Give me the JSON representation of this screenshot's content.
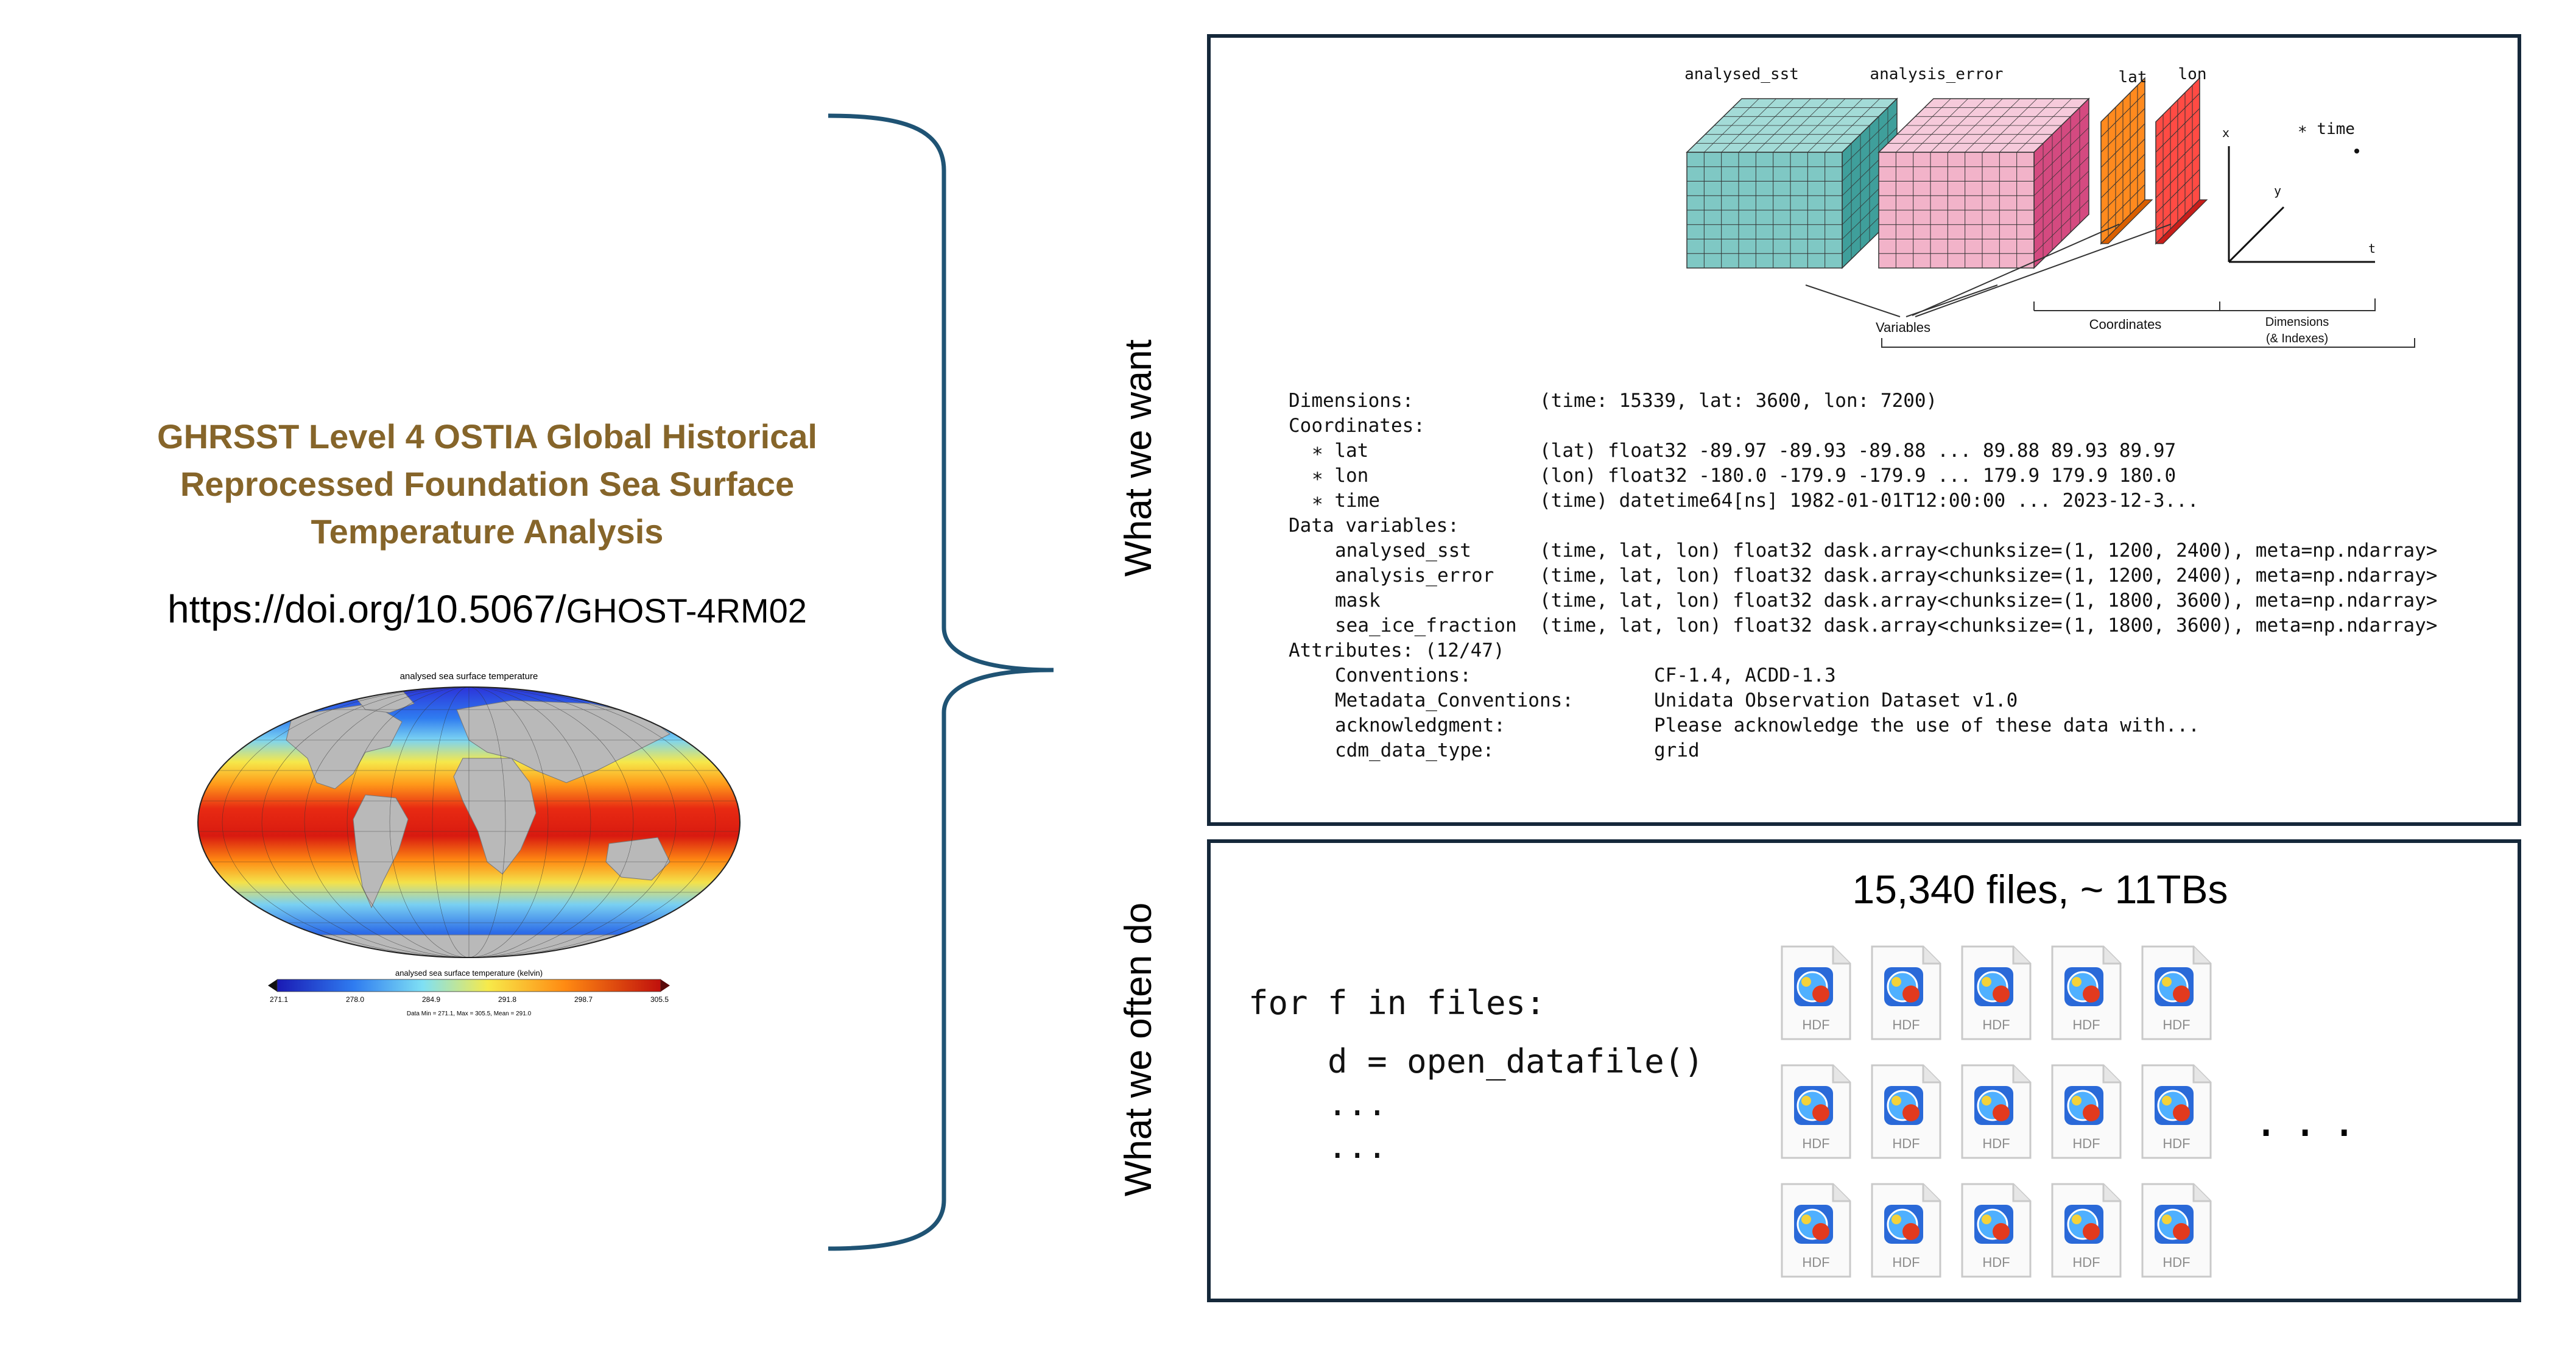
{
  "dataset": {
    "title_lines": [
      "GHRSST Level 4 OSTIA Global Historical",
      "Reprocessed Foundation Sea Surface",
      "Temperature Analysis"
    ],
    "doi_prefix": "https://doi.org/10.5067/",
    "doi_suffix": "GHOST-4RM02"
  },
  "sst_map": {
    "title": "analysed sea surface temperature",
    "colorbar_label": "analysed sea surface temperature (kelvin)",
    "colorbar_ticks": [
      "271.1",
      "278.0",
      "284.9",
      "291.8",
      "298.7",
      "305.5"
    ],
    "stats": "Data Min = 271.1, Max = 305.5, Mean = 291.0"
  },
  "labels": {
    "what_we_want": "What we want",
    "what_we_often_do": "What we often do"
  },
  "xarray_diagram": {
    "var_labels": [
      "analysed_sst",
      "analysis_error",
      "lat",
      "lon"
    ],
    "axis_labels": {
      "x": "x",
      "y": "y",
      "t": "t",
      "time": "∗ time"
    },
    "group_labels": {
      "variables": "Variables",
      "coordinates": "Coordinates",
      "dimensions_line1": "Dimensions",
      "dimensions_line2": "(& Indexes)"
    },
    "colors": {
      "sst_front": "#7fc8c4",
      "sst_top": "#a3dbd7",
      "sst_side": "#3f9f9b",
      "err_front": "#f2b3c9",
      "err_top": "#f6cadb",
      "err_side": "#d44a80",
      "lat": "#ff8a1e",
      "lat_side": "#d95f00",
      "lon": "#ff4b44",
      "lon_side": "#c81e1a"
    }
  },
  "dataset_repr": [
    {
      "indent": 0,
      "left": "Dimensions:",
      "right": "(time: 15339, lat: 3600, lon: 7200)",
      "col": 1
    },
    {
      "indent": 0,
      "left": "Coordinates:",
      "right": "",
      "col": 1
    },
    {
      "indent": 1,
      "left": "∗ lat",
      "right": "(lat) float32 -89.97 -89.93 -89.88 ... 89.88 89.93 89.97",
      "col": 1
    },
    {
      "indent": 1,
      "left": "∗ lon",
      "right": "(lon) float32 -180.0 -179.9 -179.9 ... 179.9 179.9 180.0",
      "col": 1
    },
    {
      "indent": 1,
      "left": "∗ time",
      "right": "(time) datetime64[ns] 1982-01-01T12:00:00 ... 2023-12-3...",
      "col": 1
    },
    {
      "indent": 0,
      "left": "Data variables:",
      "right": "",
      "col": 1
    },
    {
      "indent": 2,
      "left": "analysed_sst",
      "right": "(time, lat, lon) float32 dask.array<chunksize=(1, 1200, 2400), meta=np.ndarray>",
      "col": 1
    },
    {
      "indent": 2,
      "left": "analysis_error",
      "right": "(time, lat, lon) float32 dask.array<chunksize=(1, 1200, 2400), meta=np.ndarray>",
      "col": 1
    },
    {
      "indent": 2,
      "left": "mask",
      "right": "(time, lat, lon) float32 dask.array<chunksize=(1, 1800, 3600), meta=np.ndarray>",
      "col": 1
    },
    {
      "indent": 2,
      "left": "sea_ice_fraction",
      "right": "(time, lat, lon) float32 dask.array<chunksize=(1, 1800, 3600), meta=np.ndarray>",
      "col": 1
    },
    {
      "indent": 0,
      "left": "Attributes: (12/47)",
      "right": "",
      "col": 1
    },
    {
      "indent": 2,
      "left": "Conventions:",
      "right": "CF-1.4, ACDD-1.3",
      "col": 2
    },
    {
      "indent": 2,
      "left": "Metadata_Conventions:",
      "right": "Unidata Observation Dataset v1.0",
      "col": 2
    },
    {
      "indent": 2,
      "left": "acknowledgment:",
      "right": "Please acknowledge the use of these data with...",
      "col": 2
    },
    {
      "indent": 2,
      "left": "cdm_data_type:",
      "right": "grid",
      "col": 2
    }
  ],
  "bottom": {
    "files_count": "15,340 files, ~ 11TBs",
    "code_lines": [
      "for f in files:",
      "    d = open_datafile()",
      "    ...",
      "    ..."
    ],
    "file_icon_label": "HDF",
    "ellipsis": "..."
  }
}
